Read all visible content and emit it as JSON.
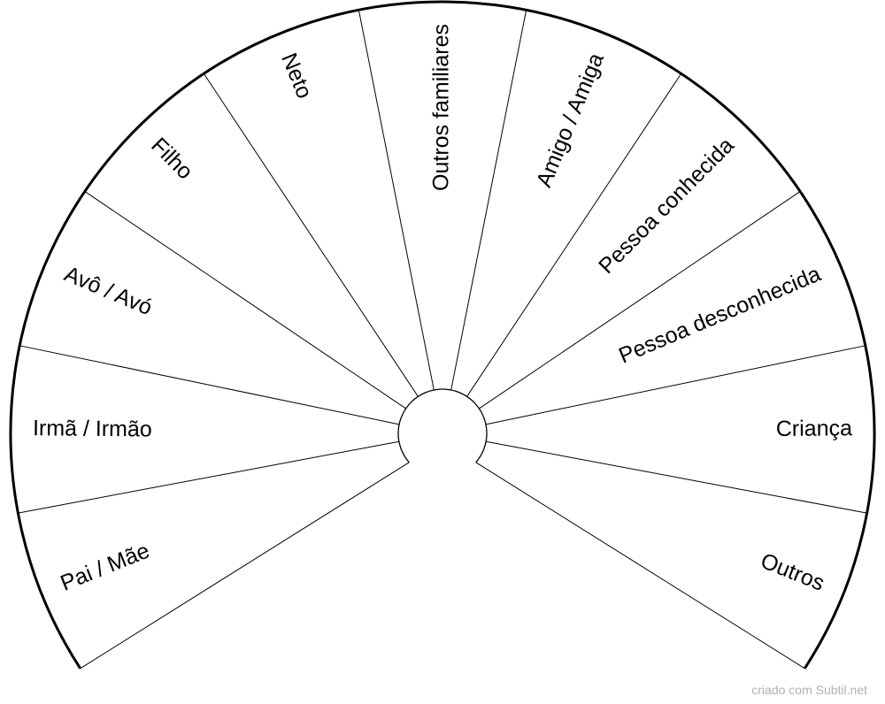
{
  "diagram": {
    "type": "pendulum-chart",
    "sectors": [
      "Pai / Mãe",
      "Irmã / Irmão",
      "Avô / Avó",
      "Filho",
      "Neto",
      "Outros familiares",
      "Amigo / Amiga",
      "Pessoa conhecida",
      "Pessoa desconhecida",
      "Criança",
      "Outros"
    ],
    "line_color": "#000000"
  },
  "footer": {
    "credit": "criado com Subtil.net"
  }
}
